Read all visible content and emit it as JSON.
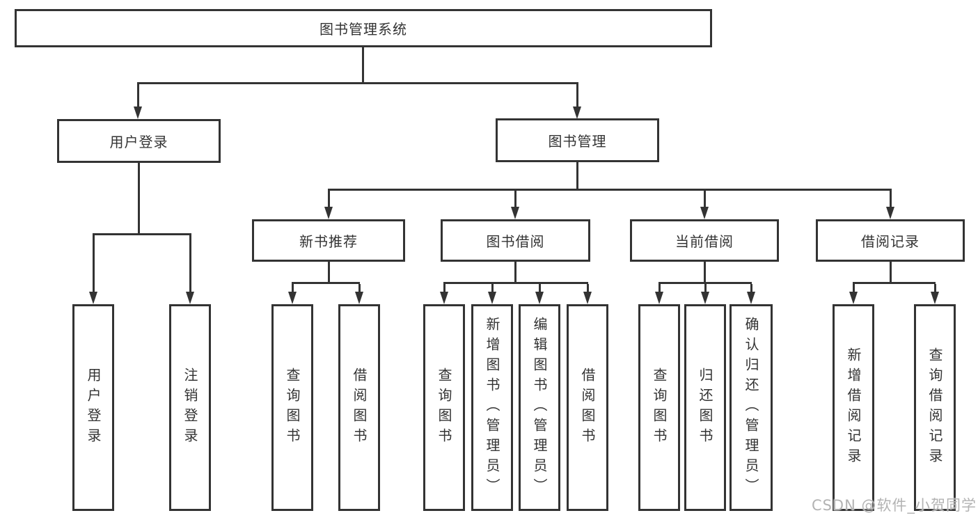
{
  "diagram": {
    "root_label": "图书管理系统",
    "level2": [
      {
        "label": "用户登录",
        "leaves": [
          "用户登录",
          "注销登录"
        ]
      },
      {
        "label": "图书管理",
        "sections": [
          {
            "label": "新书推荐",
            "leaves": [
              "查询图书",
              "借阅图书"
            ]
          },
          {
            "label": "图书借阅",
            "leaves": [
              "查询图书",
              "新增图书（管理员）",
              "编辑图书（管理员）",
              "借阅图书"
            ]
          },
          {
            "label": "当前借阅",
            "leaves": [
              "查询图书",
              "归还图书",
              "确认归还（管理员）"
            ]
          },
          {
            "label": "借阅记录",
            "leaves": [
              "新增借阅记录",
              "查询借阅记录"
            ]
          }
        ]
      }
    ]
  },
  "watermark": "CSDN @软件_小贺同学",
  "colors": {
    "line": "#333333",
    "text": "#333333",
    "box_background": "#ffffff",
    "watermark": "#b3b3b3",
    "background": "#ffffff"
  }
}
